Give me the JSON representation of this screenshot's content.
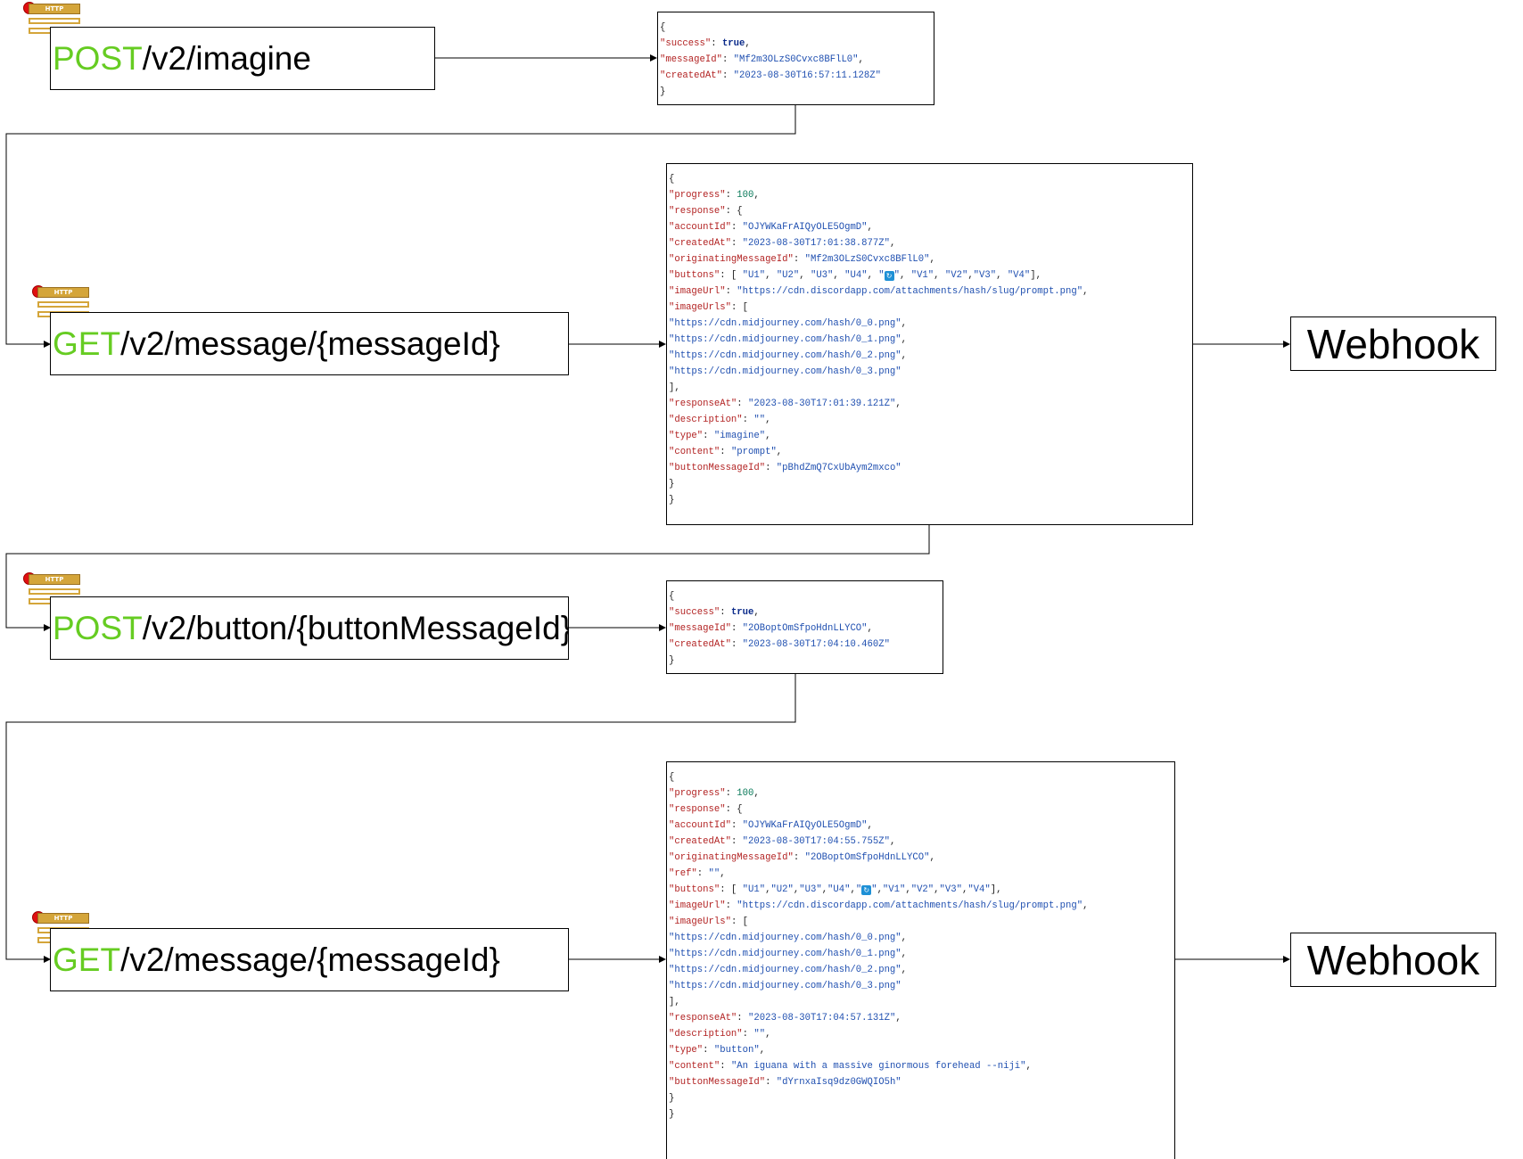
{
  "endpoints": [
    {
      "method": "POST",
      "path": " /v2/imagine",
      "icon_label": "HTTP"
    },
    {
      "method": "GET",
      "path": " /v2/message/{messageId}",
      "icon_label": "HTTP"
    },
    {
      "method": "POST",
      "path": " /v2/button/{buttonMessageId}",
      "icon_label": "HTTP"
    },
    {
      "method": "GET",
      "path": " /v2/message/{messageId}",
      "icon_label": "HTTP"
    }
  ],
  "webhooks": [
    {
      "label": "Webhook"
    },
    {
      "label": "Webhook"
    }
  ],
  "json_blocks": [
    [
      [
        [
          "p",
          "{"
        ]
      ],
      [
        [
          "k",
          "\"success\""
        ],
        [
          "p",
          ": "
        ],
        [
          "b",
          "true"
        ],
        [
          "p",
          ","
        ]
      ],
      [
        [
          "k",
          "\"messageId\""
        ],
        [
          "p",
          ": "
        ],
        [
          "s",
          "\"Mf2m3OLzS0Cvxc8BFlL0\""
        ],
        [
          "p",
          ","
        ]
      ],
      [
        [
          "k",
          "\"createdAt\""
        ],
        [
          "p",
          ": "
        ],
        [
          "s",
          "\"2023-08-30T16:57:11.128Z\""
        ]
      ],
      [
        [
          "p",
          "}"
        ]
      ]
    ],
    [
      [
        [
          "p",
          "{"
        ]
      ],
      [
        [
          "k",
          "\"progress\""
        ],
        [
          "p",
          ": "
        ],
        [
          "n",
          "100"
        ],
        [
          "p",
          ","
        ]
      ],
      [
        [
          "k",
          "\"response\""
        ],
        [
          "p",
          ": {"
        ]
      ],
      [
        [
          "k",
          "\"accountId\""
        ],
        [
          "p",
          ": "
        ],
        [
          "s",
          "\"OJYWKaFrAIQyOLE5OgmD\""
        ],
        [
          "p",
          ","
        ]
      ],
      [
        [
          "k",
          "\"createdAt\""
        ],
        [
          "p",
          ": "
        ],
        [
          "s",
          "\"2023-08-30T17:01:38.877Z\""
        ],
        [
          "p",
          ","
        ]
      ],
      [
        [
          "k",
          "\"originatingMessageId\""
        ],
        [
          "p",
          ": "
        ],
        [
          "s",
          "\"Mf2m3OLzS0Cvxc8BFlL0\""
        ],
        [
          "p",
          ","
        ]
      ],
      [
        [
          "k",
          "\"buttons\""
        ],
        [
          "p",
          ": [ "
        ],
        [
          "s",
          "\"U1\""
        ],
        [
          "p",
          ", "
        ],
        [
          "s",
          "\"U2\""
        ],
        [
          "p",
          ", "
        ],
        [
          "s",
          "\"U3\""
        ],
        [
          "p",
          ", "
        ],
        [
          "s",
          "\"U4\""
        ],
        [
          "p",
          ", "
        ],
        [
          "s",
          "\""
        ],
        [
          "emoji",
          "🔄"
        ],
        [
          "s",
          "\""
        ],
        [
          "p",
          ", "
        ],
        [
          "s",
          "\"V1\""
        ],
        [
          "p",
          ", "
        ],
        [
          "s",
          "\"V2\""
        ],
        [
          "p",
          ","
        ],
        [
          "s",
          "\"V3\""
        ],
        [
          "p",
          ", "
        ],
        [
          "s",
          "\"V4\""
        ],
        [
          "p",
          "],"
        ]
      ],
      [
        [
          "k",
          "\"imageUrl\""
        ],
        [
          "p",
          ": "
        ],
        [
          "s",
          "\"https://cdn.discordapp.com/attachments/hash/slug/prompt.png\""
        ],
        [
          "p",
          ","
        ]
      ],
      [
        [
          "k",
          "\"imageUrls\""
        ],
        [
          "p",
          ": ["
        ]
      ],
      [
        [
          "s",
          "\"https://cdn.midjourney.com/hash/0_0.png\""
        ],
        [
          "p",
          ","
        ]
      ],
      [
        [
          "s",
          "\"https://cdn.midjourney.com/hash/0_1.png\""
        ],
        [
          "p",
          ","
        ]
      ],
      [
        [
          "s",
          "\"https://cdn.midjourney.com/hash/0_2.png\""
        ],
        [
          "p",
          ","
        ]
      ],
      [
        [
          "s",
          "\"https://cdn.midjourney.com/hash/0_3.png\""
        ]
      ],
      [
        [
          "p",
          "],"
        ]
      ],
      [
        [
          "k",
          "\"responseAt\""
        ],
        [
          "p",
          ": "
        ],
        [
          "s",
          "\"2023-08-30T17:01:39.121Z\""
        ],
        [
          "p",
          ","
        ]
      ],
      [
        [
          "k",
          "\"description\""
        ],
        [
          "p",
          ": "
        ],
        [
          "s",
          "\"\""
        ],
        [
          "p",
          ","
        ]
      ],
      [
        [
          "k",
          "\"type\""
        ],
        [
          "p",
          ": "
        ],
        [
          "s",
          "\"imagine\""
        ],
        [
          "p",
          ","
        ]
      ],
      [
        [
          "k",
          "\"content\""
        ],
        [
          "p",
          ": "
        ],
        [
          "s",
          "\"prompt\""
        ],
        [
          "p",
          ","
        ]
      ],
      [
        [
          "k",
          "\"buttonMessageId\""
        ],
        [
          "p",
          ": "
        ],
        [
          "s",
          "\"pBhdZmQ7CxUbAym2mxco\""
        ]
      ],
      [
        [
          "p",
          "}"
        ]
      ],
      [
        [
          "p",
          "}"
        ]
      ]
    ],
    [
      [
        [
          "p",
          "{"
        ]
      ],
      [
        [
          "k",
          "\"success\""
        ],
        [
          "p",
          ": "
        ],
        [
          "b",
          "true"
        ],
        [
          "p",
          ","
        ]
      ],
      [
        [
          "k",
          "\"messageId\""
        ],
        [
          "p",
          ": "
        ],
        [
          "s",
          "\"2OBoptOmSfpoHdnLLYCO\""
        ],
        [
          "p",
          ","
        ]
      ],
      [
        [
          "k",
          "\"createdAt\""
        ],
        [
          "p",
          ": "
        ],
        [
          "s",
          "\"2023-08-30T17:04:10.460Z\""
        ]
      ],
      [
        [
          "p",
          "}"
        ]
      ]
    ],
    [
      [
        [
          "p",
          "{"
        ]
      ],
      [
        [
          "k",
          "\"progress\""
        ],
        [
          "p",
          ": "
        ],
        [
          "n",
          "100"
        ],
        [
          "p",
          ","
        ]
      ],
      [
        [
          "k",
          "\"response\""
        ],
        [
          "p",
          ": {"
        ]
      ],
      [
        [
          "k",
          "\"accountId\""
        ],
        [
          "p",
          ": "
        ],
        [
          "s",
          "\"OJYWKaFrAIQyOLE5OgmD\""
        ],
        [
          "p",
          ","
        ]
      ],
      [
        [
          "k",
          "\"createdAt\""
        ],
        [
          "p",
          ": "
        ],
        [
          "s",
          "\"2023-08-30T17:04:55.755Z\""
        ],
        [
          "p",
          ","
        ]
      ],
      [
        [
          "k",
          "\"originatingMessageId\""
        ],
        [
          "p",
          ": "
        ],
        [
          "s",
          "\"2OBoptOmSfpoHdnLLYCO\""
        ],
        [
          "p",
          ","
        ]
      ],
      [
        [
          "k",
          "\"ref\""
        ],
        [
          "p",
          ": "
        ],
        [
          "s",
          "\"\""
        ],
        [
          "p",
          ","
        ]
      ],
      [
        [
          "k",
          "\"buttons\""
        ],
        [
          "p",
          ": [ "
        ],
        [
          "s",
          "\"U1\""
        ],
        [
          "p",
          ","
        ],
        [
          "s",
          "\"U2\""
        ],
        [
          "p",
          ","
        ],
        [
          "s",
          "\"U3\""
        ],
        [
          "p",
          ","
        ],
        [
          "s",
          "\"U4\""
        ],
        [
          "p",
          ","
        ],
        [
          "s",
          "\""
        ],
        [
          "emoji",
          "🔄"
        ],
        [
          "s",
          "\""
        ],
        [
          "p",
          ","
        ],
        [
          "s",
          "\"V1\""
        ],
        [
          "p",
          ","
        ],
        [
          "s",
          "\"V2\""
        ],
        [
          "p",
          ","
        ],
        [
          "s",
          "\"V3\""
        ],
        [
          "p",
          ","
        ],
        [
          "s",
          "\"V4\""
        ],
        [
          "p",
          "],"
        ]
      ],
      [
        [
          "k",
          "\"imageUrl\""
        ],
        [
          "p",
          ": "
        ],
        [
          "s",
          "\"https://cdn.discordapp.com/attachments/hash/slug/prompt.png\""
        ],
        [
          "p",
          ","
        ]
      ],
      [
        [
          "k",
          "\"imageUrls\""
        ],
        [
          "p",
          ": ["
        ]
      ],
      [
        [
          "s",
          "\"https://cdn.midjourney.com/hash/0_0.png\""
        ],
        [
          "p",
          ","
        ]
      ],
      [
        [
          "s",
          "\"https://cdn.midjourney.com/hash/0_1.png\""
        ],
        [
          "p",
          ","
        ]
      ],
      [
        [
          "s",
          "\"https://cdn.midjourney.com/hash/0_2.png\""
        ],
        [
          "p",
          ","
        ]
      ],
      [
        [
          "s",
          "\"https://cdn.midjourney.com/hash/0_3.png\""
        ]
      ],
      [
        [
          "p",
          "],"
        ]
      ],
      [
        [
          "k",
          "\"responseAt\""
        ],
        [
          "p",
          ": "
        ],
        [
          "s",
          "\"2023-08-30T17:04:57.131Z\""
        ],
        [
          "p",
          ","
        ]
      ],
      [
        [
          "k",
          "\"description\""
        ],
        [
          "p",
          ": "
        ],
        [
          "s",
          "\"\""
        ],
        [
          "p",
          ","
        ]
      ],
      [
        [
          "k",
          "\"type\""
        ],
        [
          "p",
          ": "
        ],
        [
          "s",
          "\"button\""
        ],
        [
          "p",
          ","
        ]
      ],
      [
        [
          "k",
          "\"content\""
        ],
        [
          "p",
          ": "
        ],
        [
          "s",
          "\"An iguana with a massive ginormous forehead --niji\""
        ],
        [
          "p",
          ","
        ]
      ],
      [
        [
          "k",
          "\"buttonMessageId\""
        ],
        [
          "p",
          ": "
        ],
        [
          "s",
          "\"dYrnxaIsq9dz0GWQIO5h\""
        ]
      ],
      [
        [
          "p",
          "}"
        ]
      ],
      [
        [
          "p",
          "}"
        ]
      ]
    ]
  ],
  "colors": {
    "method": "#66cc22",
    "json_key": "#b22222",
    "json_string": "#1f4fb0",
    "json_number": "#0a7a5a",
    "http_icon": "#d4a53a",
    "http_dot": "#e01010"
  },
  "icons": [
    "http-endpoint-icon",
    "refresh-emoji-icon"
  ]
}
